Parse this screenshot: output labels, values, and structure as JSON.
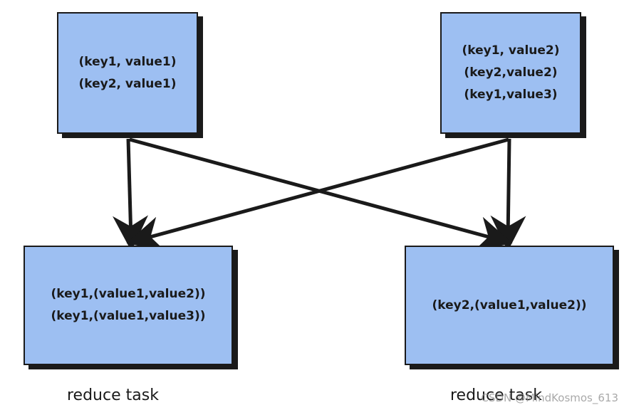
{
  "boxes": {
    "top_left": {
      "lines": [
        "(key1, value1)",
        "(key2, value1)"
      ]
    },
    "top_right": {
      "lines": [
        "(key1, value2)",
        "(key2,value2)",
        "(key1,value3)"
      ]
    },
    "bottom_left": {
      "lines": [
        "(key1,(value1,value2))",
        "(key1,(value1,value3))"
      ]
    },
    "bottom_right": {
      "lines": [
        "(key2,(value1,value2))"
      ]
    }
  },
  "captions": {
    "left": "reduce task",
    "right": "reduce task"
  },
  "watermark": "CSDN @MindKosmos_613",
  "colors": {
    "box_fill": "#9dbff2",
    "stroke": "#1a1a1a"
  }
}
